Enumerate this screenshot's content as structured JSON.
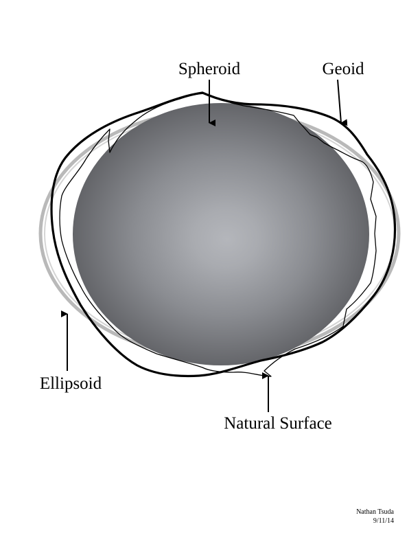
{
  "labels": {
    "spheroid": "Spheroid",
    "geoid": "Geoid",
    "ellipsoid": "Ellipsoid",
    "natural_surface": "Natural Surface"
  },
  "credit": {
    "author": "Nathan Tsuda",
    "date": "9/11/14"
  },
  "colors": {
    "spheroid_center": "#b4b6bb",
    "spheroid_edge": "#5a5b5f",
    "ellipsoid_outline": "#b9b9b9",
    "lines": "#000000"
  }
}
